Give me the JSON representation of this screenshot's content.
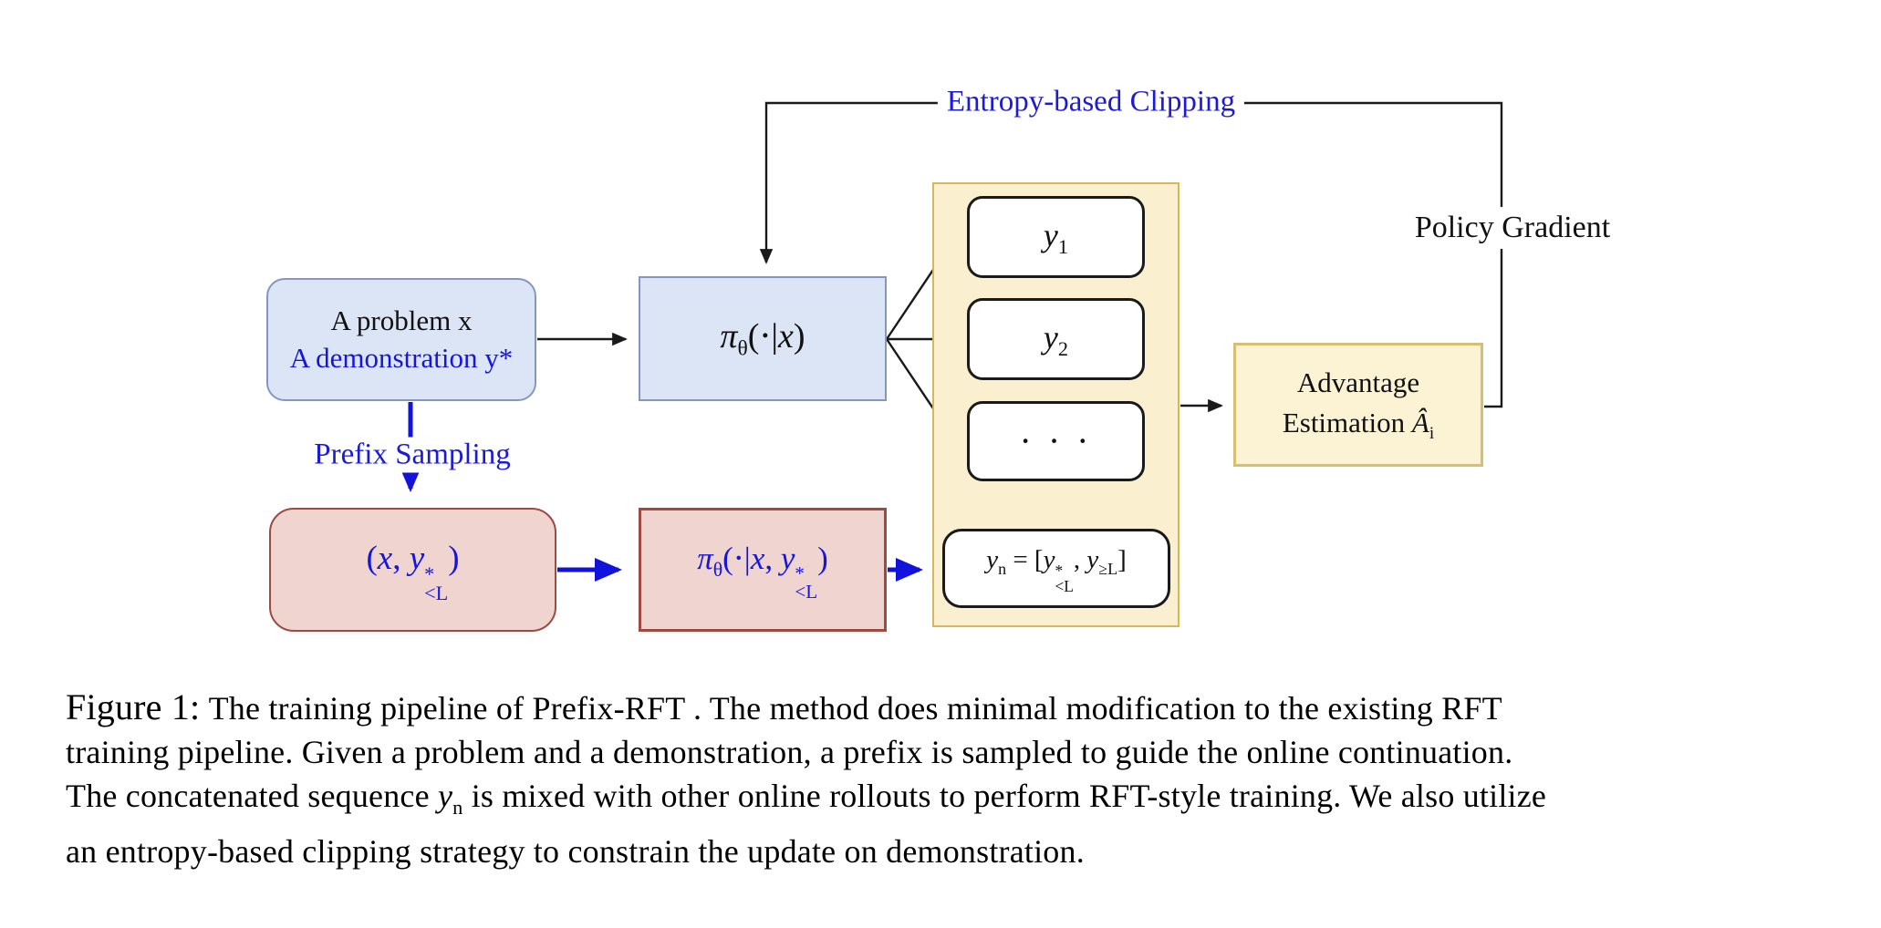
{
  "colors": {
    "accent_blue": "#1515dd",
    "box_blue_fill": "#dbe5f5",
    "box_blue_border": "#8497c4",
    "box_red_fill": "#f0d4cf",
    "box_red_border": "#9c4a42",
    "container_yellow_fill": "#faf0d0",
    "container_yellow_border": "#d5b75e",
    "advantage_fill": "#fcf3d4",
    "advantage_border": "#d9bd73",
    "line_black": "#1a1a1a"
  },
  "diagram": {
    "entropy_label": "Entropy-based Clipping",
    "policy_gradient_label": "Policy Gradient",
    "prefix_sampling_label": "Prefix Sampling",
    "input_box": {
      "line1": "A problem x",
      "line2": "A demonstration y*"
    },
    "policy_box": {
      "pi": "π",
      "theta": "θ",
      "open": "(⋅|",
      "x": "x",
      "close": ")"
    },
    "rollouts": {
      "y1_base": "y",
      "y1_sub": "1",
      "y2_base": "y",
      "y2_sub": "2",
      "dots": "· · ·"
    },
    "yn_box": {
      "y": "y",
      "n": "n",
      "eq": "=",
      "open": "[",
      "y2": "y",
      "sup": "*",
      "sub": "<L",
      "comma": ",",
      "y3": "y",
      "sub2": "≥L",
      "close": "]"
    },
    "advantage_box": {
      "line1": "Advantage",
      "line2": "Estimation",
      "ahat": "Â",
      "sub": "i"
    },
    "prefix_box": {
      "open": "(",
      "x": "x",
      "comma": ",",
      "y": "y",
      "sup": "*",
      "sub": "<L",
      "close": ")"
    },
    "rollout_policy_box": {
      "pi": "π",
      "theta": "θ",
      "open": "(⋅|",
      "x": "x",
      "comma": ",",
      "y": "y",
      "sup": "*",
      "sub": "<L",
      "close": ")"
    }
  },
  "caption": {
    "label": "Figure 1:",
    "line1": "The training pipeline of Prefix-RFT . The method does minimal modification to the existing RFT",
    "line2": "training pipeline. Given a problem and a demonstration, a prefix is sampled to guide the online continuation.",
    "line3_pre": "The concatenated sequence",
    "line3_y": "y",
    "line3_n": "n",
    "line3_post": "is mixed with other online rollouts to perform RFT-style training. We also utilize",
    "line4": "an entropy-based clipping strategy to constrain the update on demonstration."
  }
}
